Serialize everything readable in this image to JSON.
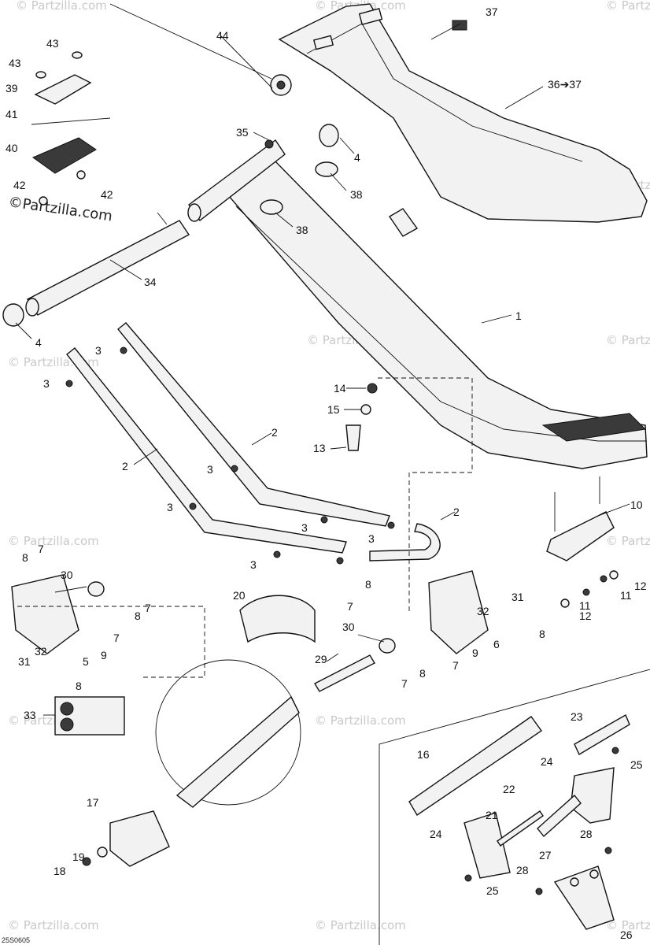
{
  "brand": {
    "watermark_text": "© Partzilla.com",
    "logo_text": "©Partzilla.com"
  },
  "drawing_code": "25S0605",
  "callouts": [
    {
      "id": "c1",
      "text": "1"
    },
    {
      "id": "c2a",
      "text": "2"
    },
    {
      "id": "c2b",
      "text": "2"
    },
    {
      "id": "c2c",
      "text": "2"
    },
    {
      "id": "c3a",
      "text": "3"
    },
    {
      "id": "c3b",
      "text": "3"
    },
    {
      "id": "c3c",
      "text": "3"
    },
    {
      "id": "c3d",
      "text": "3"
    },
    {
      "id": "c3e",
      "text": "3"
    },
    {
      "id": "c3f",
      "text": "3"
    },
    {
      "id": "c3g",
      "text": "3"
    },
    {
      "id": "c4a",
      "text": "4"
    },
    {
      "id": "c4b",
      "text": "4"
    },
    {
      "id": "c5",
      "text": "5"
    },
    {
      "id": "c6",
      "text": "6"
    },
    {
      "id": "c7a",
      "text": "7"
    },
    {
      "id": "c7b",
      "text": "7"
    },
    {
      "id": "c7c",
      "text": "7"
    },
    {
      "id": "c7d",
      "text": "7"
    },
    {
      "id": "c7e",
      "text": "7"
    },
    {
      "id": "c7f",
      "text": "7"
    },
    {
      "id": "c8a",
      "text": "8"
    },
    {
      "id": "c8b",
      "text": "8"
    },
    {
      "id": "c8c",
      "text": "8"
    },
    {
      "id": "c8d",
      "text": "8"
    },
    {
      "id": "c8e",
      "text": "8"
    },
    {
      "id": "c8f",
      "text": "8"
    },
    {
      "id": "c9a",
      "text": "9"
    },
    {
      "id": "c9b",
      "text": "9"
    },
    {
      "id": "c10",
      "text": "10"
    },
    {
      "id": "c11a",
      "text": "11"
    },
    {
      "id": "c11b",
      "text": "11"
    },
    {
      "id": "c12a",
      "text": "12"
    },
    {
      "id": "c12b",
      "text": "12"
    },
    {
      "id": "c13",
      "text": "13"
    },
    {
      "id": "c14",
      "text": "14"
    },
    {
      "id": "c15",
      "text": "15"
    },
    {
      "id": "c16",
      "text": "16"
    },
    {
      "id": "c17",
      "text": "17"
    },
    {
      "id": "c18",
      "text": "18"
    },
    {
      "id": "c19",
      "text": "19"
    },
    {
      "id": "c20",
      "text": "20"
    },
    {
      "id": "c21",
      "text": "21"
    },
    {
      "id": "c22",
      "text": "22"
    },
    {
      "id": "c23",
      "text": "23"
    },
    {
      "id": "c24a",
      "text": "24"
    },
    {
      "id": "c24b",
      "text": "24"
    },
    {
      "id": "c25a",
      "text": "25"
    },
    {
      "id": "c25b",
      "text": "25"
    },
    {
      "id": "c26",
      "text": "26"
    },
    {
      "id": "c27",
      "text": "27"
    },
    {
      "id": "c28a",
      "text": "28"
    },
    {
      "id": "c28b",
      "text": "28"
    },
    {
      "id": "c29",
      "text": "29"
    },
    {
      "id": "c30a",
      "text": "30"
    },
    {
      "id": "c30b",
      "text": "30"
    },
    {
      "id": "c31a",
      "text": "31"
    },
    {
      "id": "c31b",
      "text": "31"
    },
    {
      "id": "c32a",
      "text": "32"
    },
    {
      "id": "c32b",
      "text": "32"
    },
    {
      "id": "c33",
      "text": "33"
    },
    {
      "id": "c34",
      "text": "34"
    },
    {
      "id": "c35",
      "text": "35"
    },
    {
      "id": "c36",
      "text": "36➔37"
    },
    {
      "id": "c37",
      "text": "37"
    },
    {
      "id": "c38a",
      "text": "38"
    },
    {
      "id": "c38b",
      "text": "38"
    },
    {
      "id": "c39",
      "text": "39"
    },
    {
      "id": "c40",
      "text": "40"
    },
    {
      "id": "c41",
      "text": "41"
    },
    {
      "id": "c42a",
      "text": "42"
    },
    {
      "id": "c42b",
      "text": "42"
    },
    {
      "id": "c43a",
      "text": "43"
    },
    {
      "id": "c43b",
      "text": "43"
    },
    {
      "id": "c44",
      "text": "44"
    }
  ]
}
